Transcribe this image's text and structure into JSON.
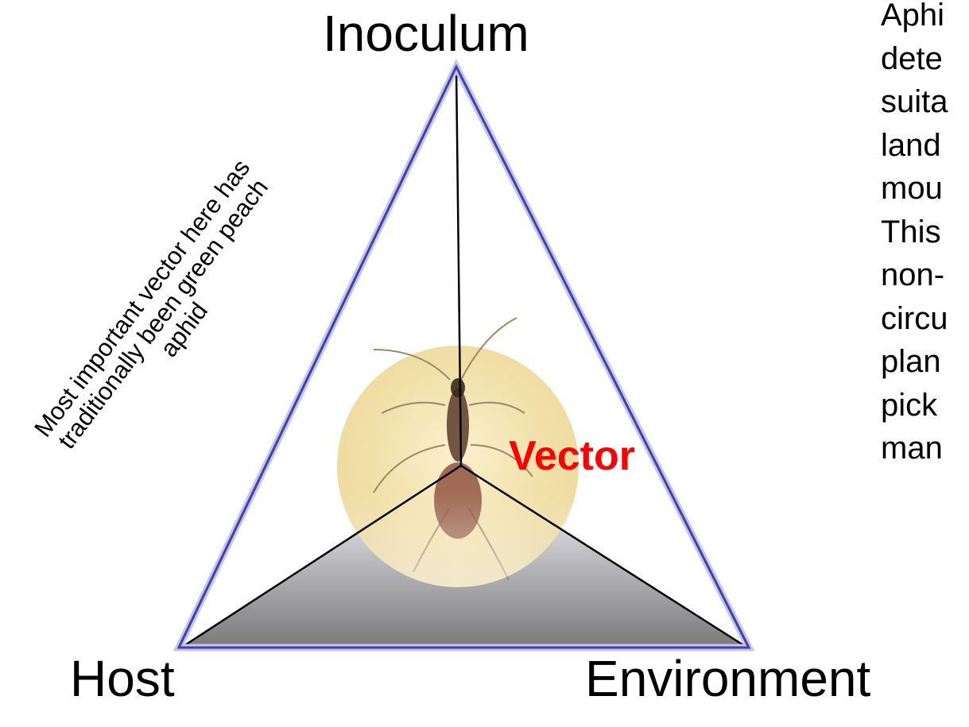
{
  "diagram": {
    "vertices": {
      "top": "Inoculum",
      "bottom_left": "Host",
      "bottom_right": "Environment"
    },
    "center_label": "Vector",
    "vector_note": "Most important vector here has traditionally been green peach aphid",
    "side_text_lines": [
      "Aphi",
      "dete",
      "suita",
      "land",
      "mou",
      "This",
      "non-",
      "circu",
      "plan",
      "pick",
      "man"
    ],
    "colors": {
      "triangle_outline": "#4040a8",
      "vector_label": "#ff0000",
      "base_shade": "#8a8a8a",
      "circle_fill": "#f3e3b0"
    },
    "image_content": "aphid-photo"
  }
}
